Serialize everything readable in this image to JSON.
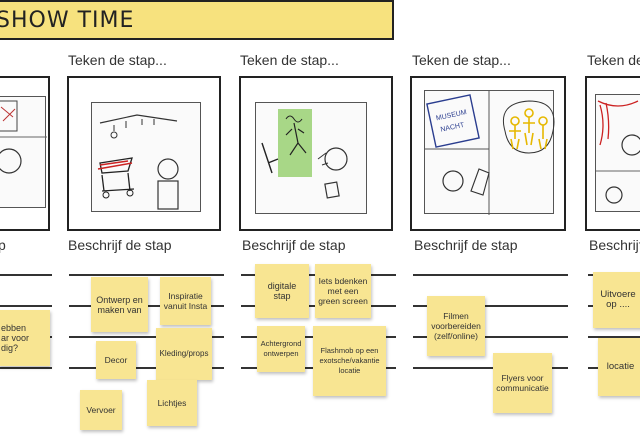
{
  "banner": {
    "title": "SHOW TIME"
  },
  "columns": [
    {
      "draw_label": "Teken de stap...",
      "describe_label": "Beschrijf de stap"
    },
    {
      "draw_label": "Teken de stap...",
      "describe_label": "Beschrijf de stap"
    },
    {
      "draw_label": "Teken de stap...",
      "describe_label": "Beschrijf de stap"
    },
    {
      "draw_label": "Teken de stap...",
      "describe_label": "Beschrijf de stap"
    }
  ],
  "partial_labels": {
    "left_describe": "p",
    "right_describe": "Beschrijf"
  },
  "sketch_text": {
    "poster": "MUSEUM NACHT"
  },
  "notes": {
    "left_edge": "ebben\nar voor\ndig?",
    "c1_a": "Ontwerp en maken van",
    "c1_b": "Inspiratie vanuit Insta",
    "c1_c": "Decor",
    "c1_d": "Kleding/props",
    "c1_e": "Vervoer",
    "c1_f": "Lichtjes",
    "c2_a": "digitale stap",
    "c2_b": "Iets bdenken met een green screen",
    "c2_c": "Achtergrond ontwerpen",
    "c2_d": "Flashmob op een exotsche/vakantie locatie",
    "c3_a": "Filmen voorbereiden (zelf/online)",
    "c3_b": "Flyers voor communicatie",
    "c4_a": "Uitvoere\nop ....",
    "c4_b": "locatie"
  },
  "colors": {
    "banner": "#f7e27e",
    "sticky_note": "#f8e592",
    "green_screen": "#9ed37a"
  }
}
